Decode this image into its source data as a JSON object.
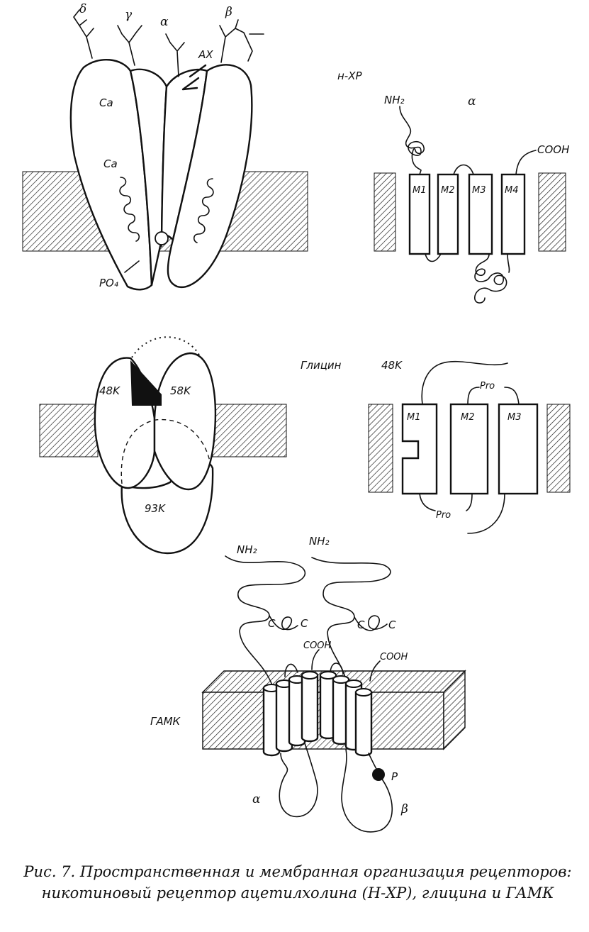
{
  "nachr_3d": {
    "subunit_labels": [
      "δ",
      "γ",
      "α",
      "β"
    ],
    "agonist_site": "АХ",
    "ca_upper": "Ca",
    "ca_lower": "Ca",
    "phosphate": "PO₄",
    "pore_symbol": "⊕"
  },
  "nachr_topology": {
    "receptor_label": "н-ХР",
    "subunit": "α",
    "n_terminus": "NH₂",
    "c_terminus": "COOH",
    "segments": [
      "M1",
      "M2",
      "M3",
      "M4"
    ]
  },
  "glycine_3d": {
    "subunits": [
      "48K",
      "58K",
      "93K"
    ]
  },
  "glycine_topology": {
    "receptor_label": "Глицин",
    "subunit": "48K",
    "segments": [
      "M1",
      "M2",
      "M3"
    ],
    "pro_top": "Pro",
    "pro_bottom": "Pro"
  },
  "gaba": {
    "receptor_label": "ГАМК",
    "n_term_left": "NH₂",
    "n_term_right": "NH₂",
    "cys_labels": [
      "C",
      "C",
      "C",
      "C"
    ],
    "c_term_left": "COOH",
    "c_term_right": "COOH",
    "alpha": "α",
    "beta": "β",
    "phospho": "P"
  },
  "caption": {
    "text": "Рис. 7. Пространственная и мембранная организация рецепторов: никотиновый рецептор ацетилхолина (Н-ХР), глицина и ГАМК"
  }
}
